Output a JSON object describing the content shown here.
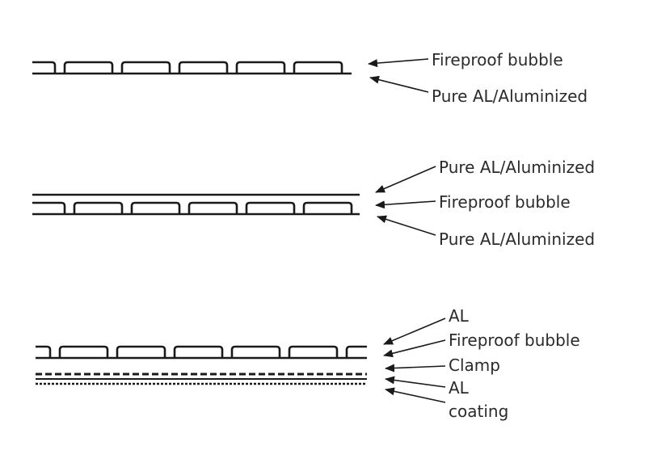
{
  "diagram_1": {
    "labels": [
      "Fireproof bubble",
      "Pure AL/Aluminized"
    ]
  },
  "diagram_2": {
    "labels": [
      "Pure AL/Aluminized",
      "Fireproof bubble",
      "Pure AL/Aluminized"
    ]
  },
  "diagram_3": {
    "labels": [
      "AL",
      "Fireproof bubble",
      "Clamp",
      "AL",
      "coating"
    ]
  },
  "colors": {
    "line": "#1a1a1a",
    "text": "#2b2b2b",
    "background": "#ffffff"
  }
}
